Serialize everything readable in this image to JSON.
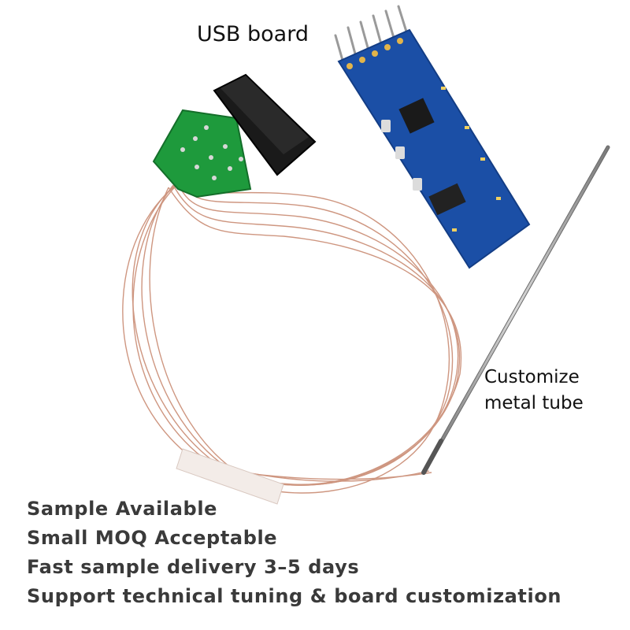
{
  "labels": {
    "usb_board": "USB board",
    "tube_line1": "Customize",
    "tube_line2": "metal tube"
  },
  "features": [
    "Sample Available",
    "Small MOQ Acceptable",
    "Fast sample delivery 3–5 days",
    "Support technical tuning & board customization"
  ],
  "colors": {
    "usb_pcb": "#1b4fa6",
    "sensor_pcb": "#1e9a3c",
    "connector": "#1a1a1a",
    "wire": "#c98b73",
    "tube": "#9a9a9a"
  }
}
